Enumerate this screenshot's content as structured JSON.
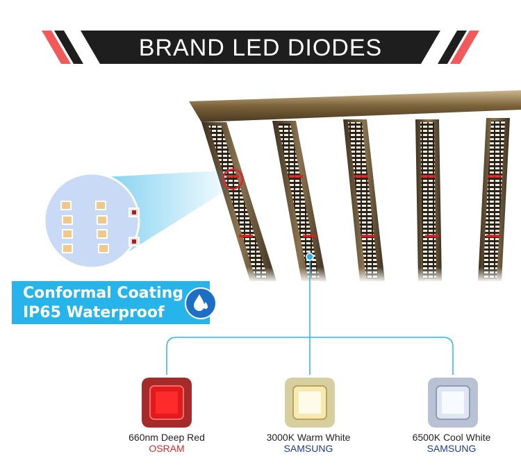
{
  "header": {
    "title": "BRAND LED DIODES"
  },
  "badge": {
    "line1": "Conformal Coating",
    "line2": "IP65 Waterproof",
    "icon": "water-drop-icon",
    "color": "#27b4ea"
  },
  "diodes": [
    {
      "name": "660nm Deep Red",
      "brand": "OSRAM",
      "brand_color": "#e32626",
      "chip_color": "#e11b1b"
    },
    {
      "name": "3000K Warm White",
      "brand": "SAMSUNG",
      "brand_color": "#1d3c8f",
      "chip_color": "#f7eab0"
    },
    {
      "name": "6500K Cool White",
      "brand": "SAMSUNG",
      "brand_color": "#1d3c8f",
      "chip_color": "#dfe6f2"
    }
  ],
  "colors": {
    "banner_dark": "#1e1e1e",
    "banner_accent": "#f15a5a",
    "connector": "#2fb3e8"
  }
}
